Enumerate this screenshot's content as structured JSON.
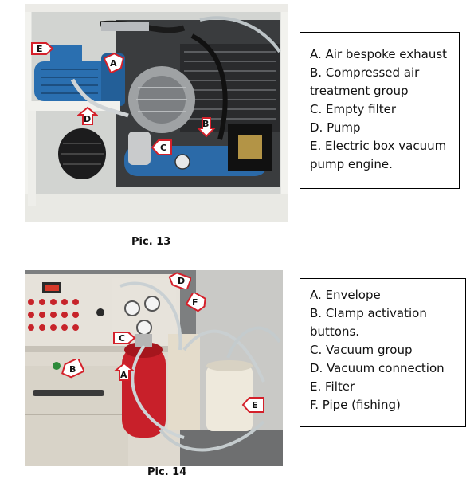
{
  "pic13": {
    "caption": "Pic. 13",
    "items": [
      "A. Air bespoke exhaust",
      "B. Compressed air treatment group",
      "C. Empty filter",
      "D. Pump",
      "E. Electric box vacuum pump engine."
    ],
    "markers": [
      "A",
      "B",
      "C",
      "D",
      "E"
    ]
  },
  "pic14": {
    "caption": "Pic. 14",
    "items": [
      "A. Envelope",
      "B. Clamp activation buttons.",
      "C. Vacuum group",
      "D. Vacuum connection",
      "E. Filter",
      "F. Pipe (fishing)"
    ],
    "markers": [
      "A",
      "B",
      "C",
      "D",
      "E",
      "F"
    ]
  },
  "colors": {
    "marker_fill": "#ffffff",
    "marker_stroke": "#d4202a",
    "tank_red": "#c8202a",
    "motor_blue": "#2a6fb0"
  },
  "icons": [
    "arrow-marker-icon"
  ]
}
